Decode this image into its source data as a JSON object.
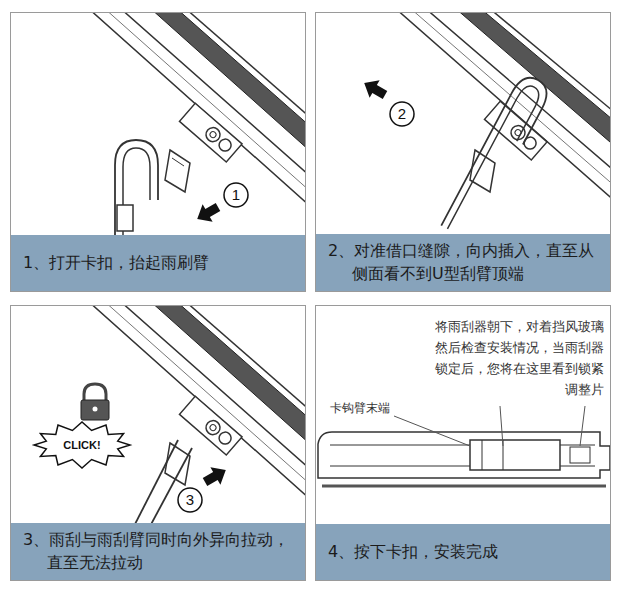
{
  "diagram": {
    "nodes": [
      {
        "text": [
          "1、打开卡扣，抬起雨刷臂"
        ]
      },
      {
        "text": [
          "2、对准借口缝隙，向内插入，直至从侧面看不到U型刮臂顶端"
        ]
      },
      {
        "text": [
          "3、雨刮与雨刮臂同时向外异向拉动，直至无法拉动"
        ]
      },
      {
        "text": [
          "4、按下卡扣，安装完成"
        ]
      }
    ],
    "labels": [
      "1",
      "2",
      "3",
      "CLICK!",
      "将雨刮器朝下，对着挡风玻璃 然后检查安装情况，当雨刮器 锁定后，您将在这里看到锁紧 调整片",
      "卡钩臂末端"
    ]
  }
}
